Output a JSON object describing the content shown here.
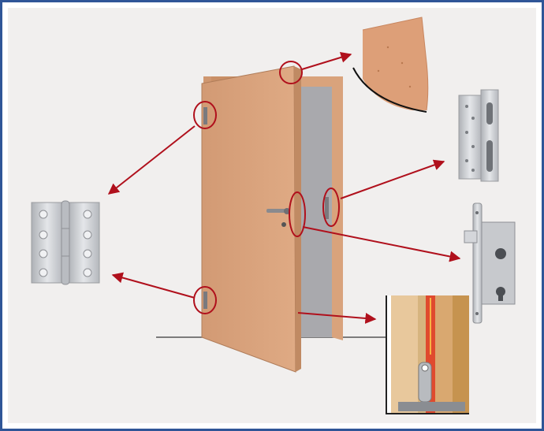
{
  "diagram": {
    "subject": "door-hardware-components",
    "frame_border_color": "#2f5597",
    "background_color": "#f1efee",
    "door_color": "#d8a07a",
    "door_edge_color": "#c08a63",
    "frame_color": "#d9a37c",
    "opening_color": "#a9a9ad",
    "callout_color": "#b0101c",
    "metal_color": "#c9cbcf",
    "callouts": [
      {
        "name": "top-edge-detail",
        "points_to": "door-edge-core-sample"
      },
      {
        "name": "upper-hinge",
        "points_to": "butt-hinge"
      },
      {
        "name": "lower-hinge",
        "points_to": "butt-hinge"
      },
      {
        "name": "strike-plate-detail",
        "points_to": "strike-plate"
      },
      {
        "name": "lock-detail",
        "points_to": "mortise-lock"
      },
      {
        "name": "door-bottom-detail",
        "points_to": "door-seal-section"
      }
    ]
  }
}
